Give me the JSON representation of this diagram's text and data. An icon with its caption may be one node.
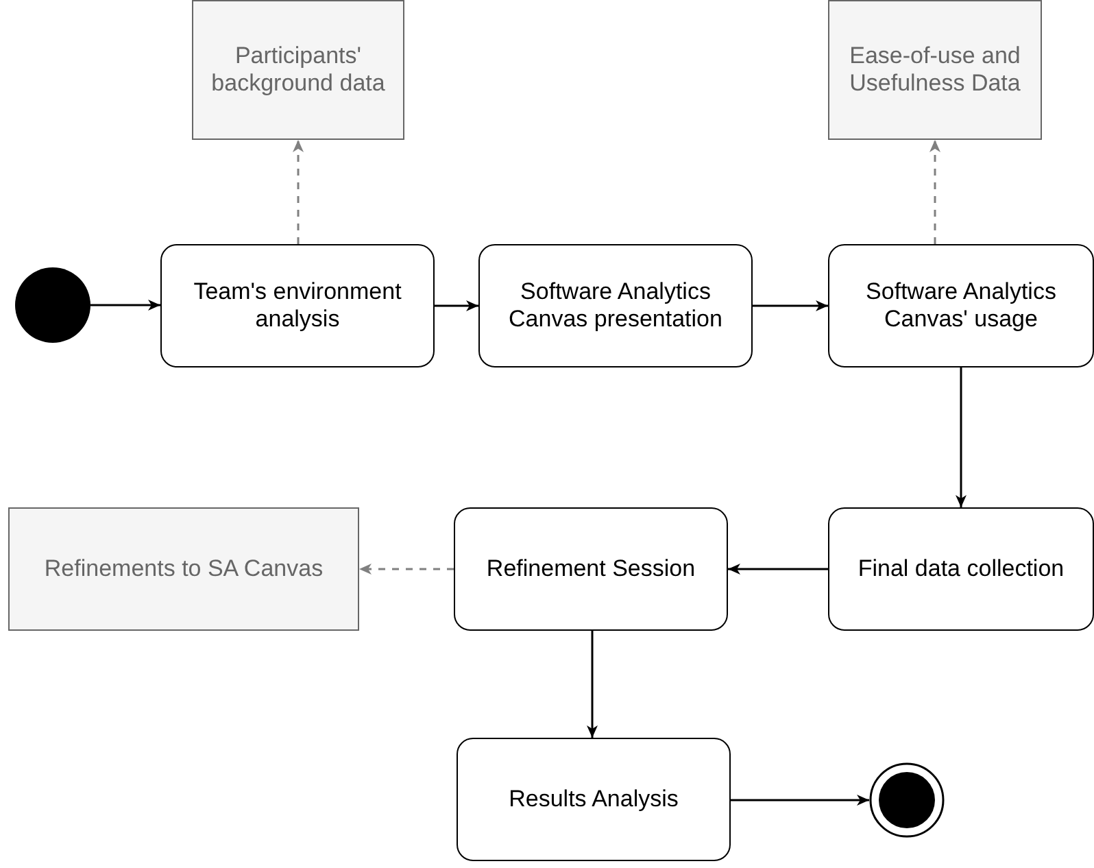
{
  "diagram": {
    "nodes": [
      {
        "text": [
          "Participants' background data"
        ]
      },
      {
        "text": [
          "Ease-of-use and Usefulness Data"
        ]
      },
      {
        "text": [],
        "shape": "circle"
      },
      {
        "text": [
          "Team's environment analysis"
        ]
      },
      {
        "text": [
          "Software Analytics Canvas presentation"
        ]
      },
      {
        "text": [
          "Software Analytics Canvas' usage"
        ]
      },
      {
        "text": [
          "Refinements to SA Canvas"
        ]
      },
      {
        "text": [
          "Refinement Session"
        ]
      },
      {
        "text": [
          "Final data collection"
        ]
      },
      {
        "text": [
          "Results Analysis"
        ]
      },
      {
        "text": [],
        "shape": "circle"
      }
    ],
    "edges": [
      {
        "from": 2,
        "to": 3,
        "arrow": "to"
      },
      {
        "from": 3,
        "to": 0,
        "arrow": "to",
        "style": "dashed",
        "color": "#808080"
      },
      {
        "from": 3,
        "to": 4,
        "arrow": "to"
      },
      {
        "from": 4,
        "to": 5,
        "arrow": "to"
      },
      {
        "from": 5,
        "to": 1,
        "arrow": "to",
        "style": "dashed",
        "color": "#808080"
      },
      {
        "from": 5,
        "to": 8,
        "arrow": "to"
      },
      {
        "from": 8,
        "to": 7,
        "arrow": "to"
      },
      {
        "from": 7,
        "to": 6,
        "arrow": "to",
        "style": "dashed",
        "color": "#808080"
      },
      {
        "from": 7,
        "to": 9,
        "arrow": "to"
      },
      {
        "from": 9,
        "to": 10,
        "arrow": "to"
      }
    ]
  }
}
